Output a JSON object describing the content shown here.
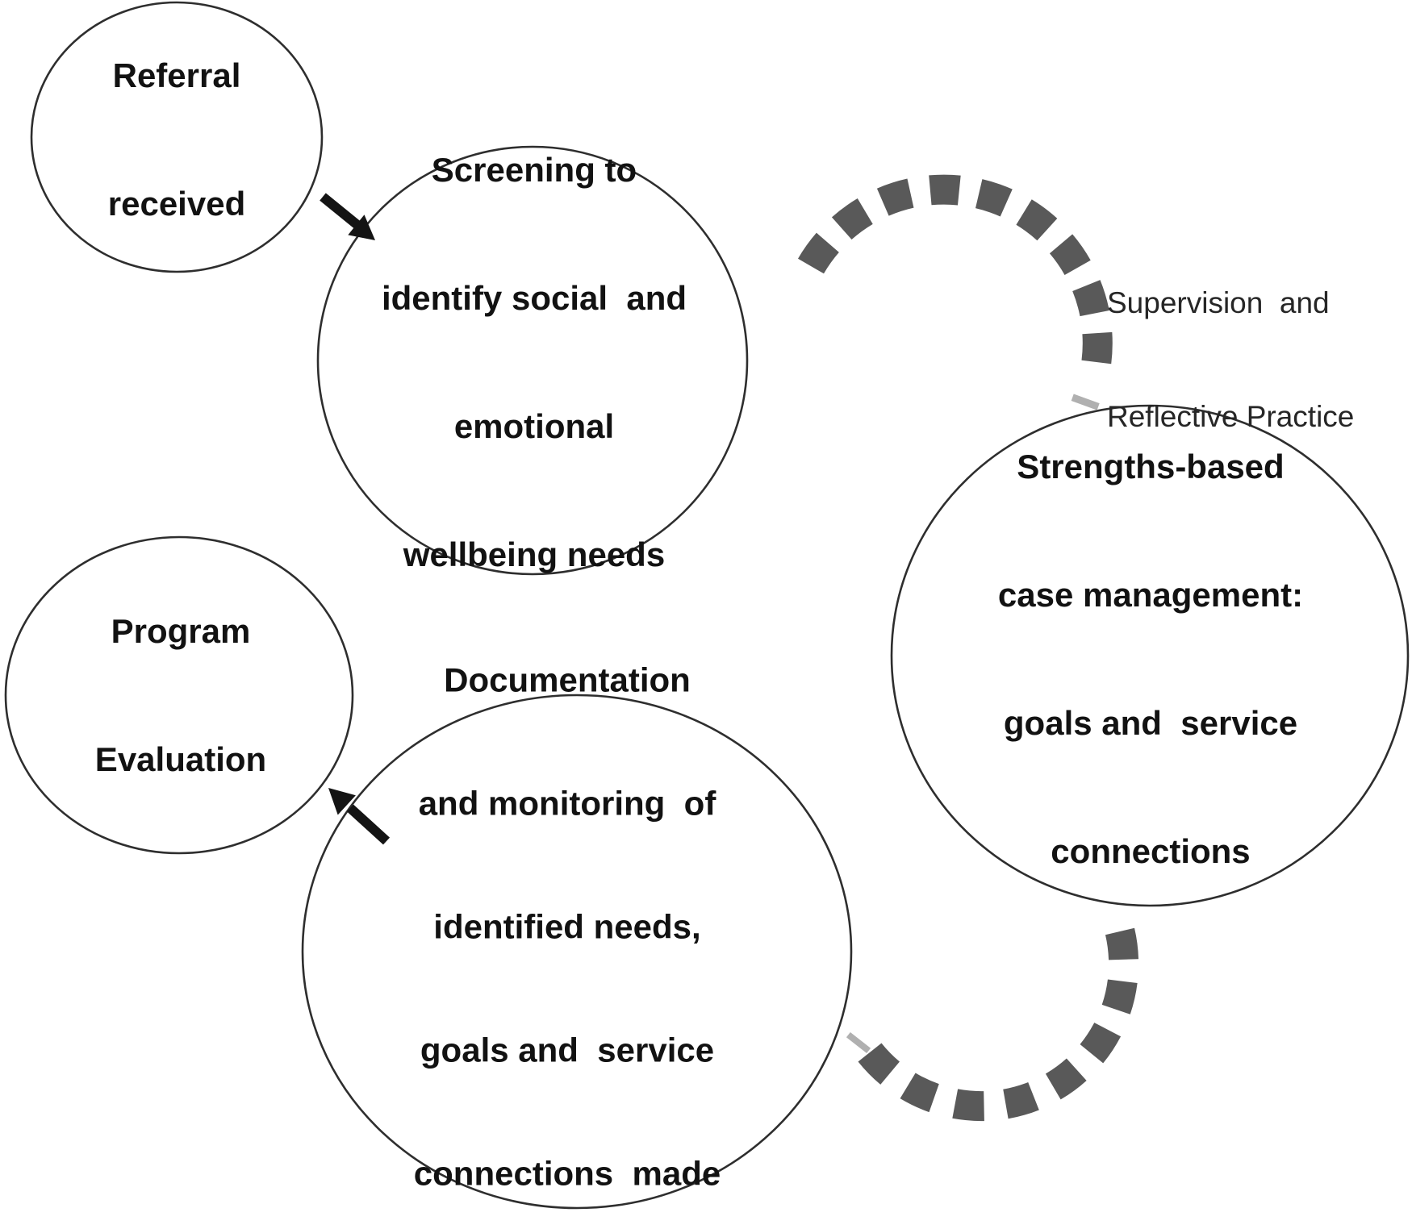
{
  "figure": {
    "background_color": "#ffffff",
    "circle_stroke_color": "#2e2e2e",
    "dash_color": "#595959",
    "faint_dash_color": "#b0b0b0",
    "arrow_color": "#141414",
    "text_color": "#121212"
  },
  "nodes": {
    "referral": {
      "lines": [
        "Referral",
        "received"
      ]
    },
    "screening": {
      "lines": [
        "Screening to",
        "identify social  and",
        "emotional",
        "wellbeing needs"
      ]
    },
    "strengths": {
      "lines": [
        "Strengths-based",
        "case management:",
        "goals and  service",
        "connections"
      ]
    },
    "documentation": {
      "lines": [
        "Documentation",
        "and monitoring  of",
        "identified needs,",
        "goals and  service",
        "connections  made"
      ]
    },
    "program_evaluation": {
      "lines": [
        "Program",
        "Evaluation"
      ]
    }
  },
  "annotation": {
    "lines": [
      "Supervision  and",
      "Reflective Practice"
    ]
  },
  "connections": {
    "referral_to_screening": "solid-arrow",
    "documentation_to_program_evaluation": "solid-arrow",
    "screening_to_strengths": "dashed-arc",
    "strengths_to_documentation": "dashed-arc"
  }
}
